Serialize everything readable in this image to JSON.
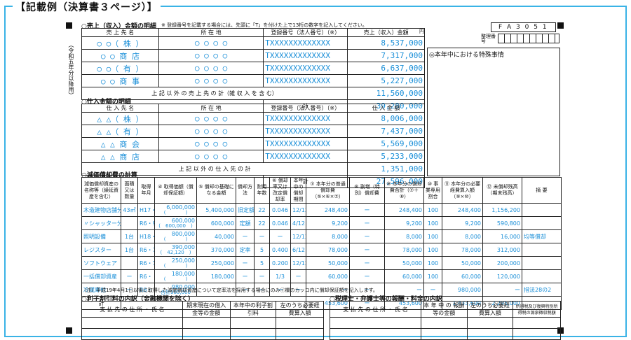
{
  "header": {
    "title": "【記載例（決算書３ページ）】",
    "note": "※ 登録番号を記載する場合には、先頭に「T」を付けた上で13桁の数字を記入してください。",
    "form_id": "F A 3 0 5 1",
    "seiri_label": "整理番号",
    "side_label": "（令和五年分以降用）"
  },
  "sales": {
    "label": "○売上（収入）金額の明細",
    "cols": [
      "売 上 先 名",
      "所 在 地",
      "登録番号（法人番号）（※）",
      "売上（収入）金額"
    ],
    "rows": [
      {
        "name": "○ ○（ 株 ）",
        "addr": "○ ○ ○ ○",
        "reg": "TXXXXXXXXXXXXX",
        "amt": "8,537,000"
      },
      {
        "name": "○ ○ 商 店",
        "addr": "○ ○ ○ ○",
        "reg": "TXXXXXXXXXXXXX",
        "amt": "7,317,000"
      },
      {
        "name": "○ ○（ 有 ）",
        "addr": "○ ○ ○ ○",
        "reg": "TXXXXXXXXXXXXX",
        "amt": "6,637,000"
      },
      {
        "name": "○ ○ 商 事",
        "addr": "○ ○ ○ ○",
        "reg": "TXXXXXXXXXXXXX",
        "amt": "5,227,000"
      }
    ],
    "other_label": "上 記 以 外 の 売 上 先 の 計（雑 収 入 を 含 む）",
    "other_amt": "11,560,000",
    "total_label": "計",
    "total": "39,280,000",
    "yen": "円"
  },
  "special": {
    "label": "◎本年中における特殊事情"
  },
  "purchase": {
    "label": "○仕入金額の明細",
    "cols": [
      "仕 入 先 名",
      "所 在 地",
      "登録番号（法人番号）（※）",
      "仕 入 金 額"
    ],
    "rows": [
      {
        "name": "△ △（ 株 ）",
        "addr": "○ ○ ○ ○",
        "reg": "TXXXXXXXXXXXXX",
        "amt": "8,006,000"
      },
      {
        "name": "△ △（ 有 ）",
        "addr": "○ ○ ○ ○",
        "reg": "TXXXXXXXXXXXXX",
        "amt": "7,437,000"
      },
      {
        "name": "△ △ 商 会",
        "addr": "○ ○ ○ ○",
        "reg": "TXXXXXXXXXXXXX",
        "amt": "5,569,000"
      },
      {
        "name": "△ △ 商 店",
        "addr": "○ ○ ○ ○",
        "reg": "TXXXXXXXXXXXXX",
        "amt": "5,233,000"
      }
    ],
    "other_label": "上 記 以 外 の 仕 入 先 の 計",
    "other_amt": "1,351,000",
    "total_label": "計",
    "total": "27,596,000"
  },
  "depreciation": {
    "label": "○減価償却費の計算",
    "cols": [
      "減価償却資産の名称等（繰延資産を含む）",
      "面積又は数量",
      "取得年月",
      "④ 取得価額（償却保証額）",
      "⑤ 償却の基礎になる金額",
      "償却方法",
      "耐用年数",
      "⑥ 償却率又は改定償却率",
      "本年中の償却期間",
      "⑦ 本年分の普通償却費（⑤×⑥×⑦）",
      "⑧ 割増（特別）償却費",
      "⑨ 本年分の償却費合計（⑦＋⑧）",
      "⑩ 事業専用割合",
      "⑪ 本年分の必要経費算入額（⑨×⑩）",
      "⑫ 未償却残高（期末残高）",
      "摘 要"
    ],
    "rows": [
      {
        "name": "木造建物店舗分",
        "qty": "43㎡",
        "date": "H17・7",
        "cost": "6,000,000",
        "base": "5,400,000",
        "method": "旧定額",
        "life": "22",
        "rate": "0.046",
        "period": "12/12",
        "normal": "248,400",
        "special": "ー",
        "sum": "248,400",
        "ratio": "100",
        "exp": "248,400",
        "rem": "1,156,200",
        "note": ""
      },
      {
        "name": "〃シャッター分",
        "qty": "",
        "date": "R6・9",
        "cost": "600,000",
        "base": "600,000",
        "method": "定額",
        "life": "22",
        "rate": "0.046",
        "period": "4/12",
        "normal": "9,200",
        "special": "ー",
        "sum": "9,200",
        "ratio": "100",
        "exp": "9,200",
        "rem": "590,800",
        "note": ""
      },
      {
        "name": "照明設備",
        "qty": "1台",
        "date": "H18・1",
        "cost": "800,000",
        "base": "40,000",
        "method": "ー",
        "life": "ー",
        "rate": "ー",
        "period": "12/12",
        "normal": "8,000",
        "special": "ー",
        "sum": "8,000",
        "ratio": "100",
        "exp": "8,000",
        "rem": "16,000",
        "note": "均等償却"
      },
      {
        "name": "レジスター",
        "qty": "1台",
        "date": "R6・7",
        "cost": "390,000",
        "base": "370,000",
        "method": "定率",
        "life": "5",
        "rate": "0.400",
        "period": "6/12",
        "normal": "78,000",
        "special": "ー",
        "sum": "78,000",
        "ratio": "100",
        "exp": "78,000",
        "rem": "312,000",
        "note": ""
      },
      {
        "name": "ソフトウェア",
        "qty": "",
        "date": "R6・1",
        "cost": "250,000",
        "base": "250,000",
        "method": "ー",
        "life": "5",
        "rate": "0.200",
        "period": "12/12",
        "normal": "50,000",
        "special": "ー",
        "sum": "50,000",
        "ratio": "100",
        "exp": "50,000",
        "rem": "200,000",
        "note": ""
      },
      {
        "name": "一括償却資産",
        "qty": "ー",
        "date": "R6・",
        "cost": "180,000",
        "base": "180,000",
        "method": "ー",
        "life": "ー",
        "rate": "1/3",
        "period": "ー",
        "normal": "60,000",
        "special": "ー",
        "sum": "60,000",
        "ratio": "100",
        "exp": "60,000",
        "rem": "120,000",
        "note": ""
      },
      {
        "name": "冷蔵庫他",
        "qty": "ー",
        "date": "R6・",
        "cost": "980,000",
        "base": "",
        "method": "ー",
        "life": "ー",
        "rate": "ー",
        "period": "ー",
        "normal": "ー",
        "special": "ー",
        "sum": "ー",
        "ratio": "ー",
        "exp": "980,000",
        "rem": "ー",
        "note": "措法28の2"
      }
    ],
    "guarantee": [
      "(　　　　)",
      "(　600,000　)",
      "(　　　　)",
      "(　42,120　)",
      "(　　　　)",
      "(　　　　)",
      "合計980,000"
    ],
    "total_label": "計",
    "total_normal": "453,600",
    "total_special": "ー",
    "total_sum": "453,600",
    "total_exp": "1,433,600",
    "total_rem": "2,295,000",
    "footnote": "（注）平成19年4月1日以後に取得した減価償却資産について定率法を採用する場合にのみ㋑欄のカッコ内に償却保証額を記入します。"
  },
  "interest": {
    "label": "○利子割引料の内訳（金融機関を除く）",
    "cols": [
      "支 払 先 の 住 所 ・ 氏 名",
      "期末現在の借入金等の金額",
      "本年中の利子割引料",
      "左のうち必要経費算入額"
    ]
  },
  "tax": {
    "label": "○税理士・弁護士等の報酬・料金の内訳",
    "cols": [
      "支 払 先 の 住 所 ・ 氏 名",
      "本 年 中 の 報酬等の金額",
      "左のうち必要経費算入額",
      "所得税及び復興特別所得税の源泉徴収税額"
    ]
  }
}
